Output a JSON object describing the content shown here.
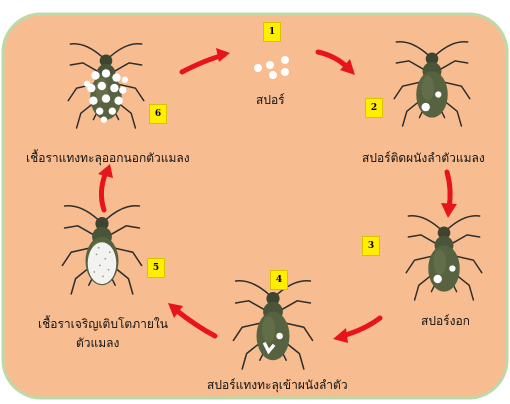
{
  "colors": {
    "panel_fill": "#f7bd91",
    "panel_border": "#bcd9a8",
    "arrow": "#e8141b",
    "step_badge": "#ffee00",
    "insect_body": "#4f5a3b",
    "spore": "#ffffff"
  },
  "icons": {
    "insect": "aphid-icon",
    "arrow": "curved-arrow-icon",
    "spore": "spore-dots-icon"
  },
  "steps": [
    {
      "number": "1",
      "label": "สปอร์"
    },
    {
      "number": "2",
      "label": "สปอร์ติดผนังลำตัวแมลง"
    },
    {
      "number": "3",
      "label": "สปอร์งอก"
    },
    {
      "number": "4",
      "label": "สปอร์แทงทะลุเข้าผนังลำตัว"
    },
    {
      "number": "5",
      "label_line1": "เชื้อราเจริญเติบโตภายใน",
      "label_line2": "ตัวแมลง"
    },
    {
      "number": "6",
      "label": "เชื้อราแทงทะลุออกนอกตัวแมลง"
    }
  ]
}
